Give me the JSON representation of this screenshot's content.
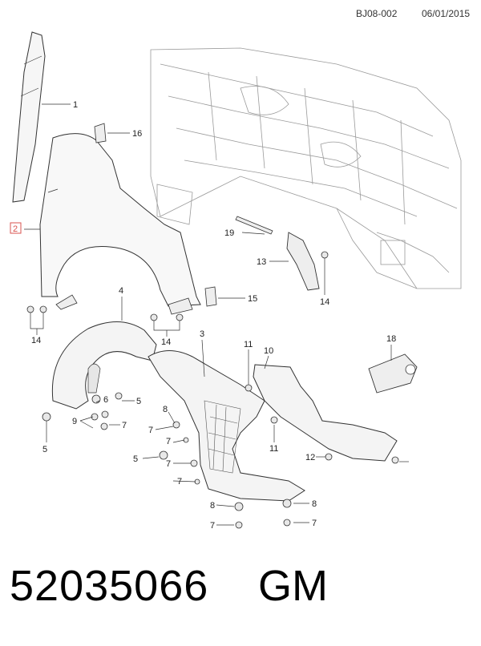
{
  "header": {
    "code": "BJ08-002",
    "date": "06/01/2015"
  },
  "footer": {
    "part_number": "52035066",
    "manufacturer": "GM"
  },
  "colors": {
    "line": "#333333",
    "frame": "#9a9a9a",
    "highlight": "#d9534f"
  },
  "callouts": [
    {
      "id": "c1",
      "text": "1"
    },
    {
      "id": "c2",
      "text": "2"
    },
    {
      "id": "c3",
      "text": "3"
    },
    {
      "id": "c4",
      "text": "4"
    },
    {
      "id": "c5a",
      "text": "5"
    },
    {
      "id": "c5b",
      "text": "5"
    },
    {
      "id": "c5c",
      "text": "5"
    },
    {
      "id": "c6",
      "text": "6"
    },
    {
      "id": "c7a",
      "text": "7"
    },
    {
      "id": "c7b",
      "text": "7"
    },
    {
      "id": "c7c",
      "text": "7"
    },
    {
      "id": "c7d",
      "text": "7"
    },
    {
      "id": "c7e",
      "text": "7"
    },
    {
      "id": "c7f",
      "text": "7"
    },
    {
      "id": "c7g",
      "text": "7"
    },
    {
      "id": "c8a",
      "text": "8"
    },
    {
      "id": "c8b",
      "text": "8"
    },
    {
      "id": "c8c",
      "text": "8"
    },
    {
      "id": "c9",
      "text": "9"
    },
    {
      "id": "c10",
      "text": "10"
    },
    {
      "id": "c11a",
      "text": "11"
    },
    {
      "id": "c11b",
      "text": "11"
    },
    {
      "id": "c12",
      "text": "12"
    },
    {
      "id": "c13",
      "text": "13"
    },
    {
      "id": "c14a",
      "text": "14"
    },
    {
      "id": "c14b",
      "text": "14"
    },
    {
      "id": "c14c",
      "text": "14"
    },
    {
      "id": "c15",
      "text": "15"
    },
    {
      "id": "c16",
      "text": "16"
    },
    {
      "id": "c18",
      "text": "18"
    },
    {
      "id": "c19",
      "text": "19"
    }
  ]
}
